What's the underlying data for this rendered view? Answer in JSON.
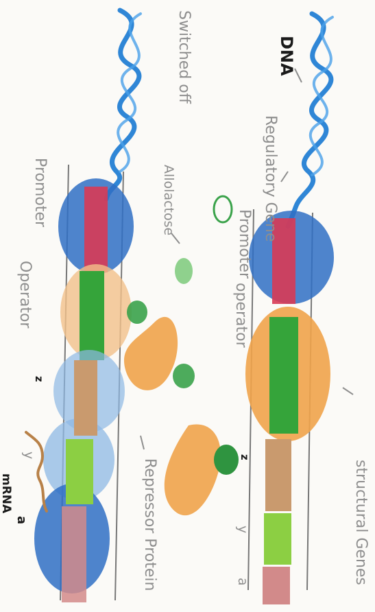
{
  "colors": {
    "dna_helix": "#2f86d6",
    "rna_polymerase": "#2f6fc4",
    "regulatory_gene": "#d83a55",
    "operator_segment": "#35a43a",
    "repressor_protein": "#f0a34a",
    "allolactose": "#3aa24a",
    "structural_gene_tan": "#c99a6e",
    "structural_gene_green": "#8ccf43",
    "mrna": "#b88148"
  },
  "labels": {
    "dna": "DNA",
    "regulatory_gene": "Regulatory Gene",
    "promoter_top": "Promoter",
    "operator_top": "operator",
    "structural_genes": "structural Genes",
    "switched_off": "Switched off",
    "allolactose": "Allolactose",
    "promoter_bottom": "Promoter",
    "operator_bottom": "Operator",
    "repressor_protein": "Repressor Protein",
    "mrna": "mRNA",
    "mark_z_top": "z",
    "mark_y_top": "y",
    "mark_a_top": "a",
    "mark_z_bottom": "z",
    "mark_y_bottom": "y",
    "mark_a_bottom": "a"
  }
}
